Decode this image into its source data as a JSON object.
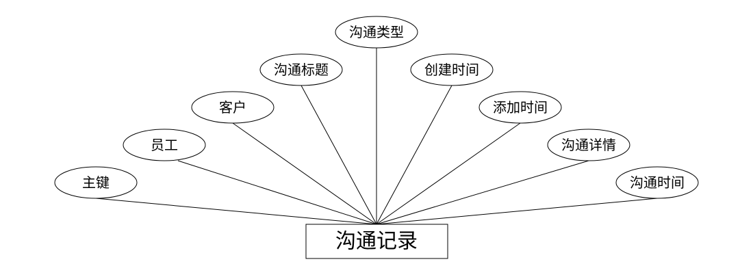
{
  "entity": {
    "label": "沟通记录"
  },
  "attributes": [
    {
      "id": "primary-key",
      "label": "主键"
    },
    {
      "id": "employee",
      "label": "员工"
    },
    {
      "id": "customer",
      "label": "客户"
    },
    {
      "id": "comm-title",
      "label": "沟通标题"
    },
    {
      "id": "comm-type",
      "label": "沟通类型"
    },
    {
      "id": "create-time",
      "label": "创建时间"
    },
    {
      "id": "add-time",
      "label": "添加时间"
    },
    {
      "id": "comm-detail",
      "label": "沟通详情"
    },
    {
      "id": "comm-time",
      "label": "沟通时间"
    }
  ]
}
